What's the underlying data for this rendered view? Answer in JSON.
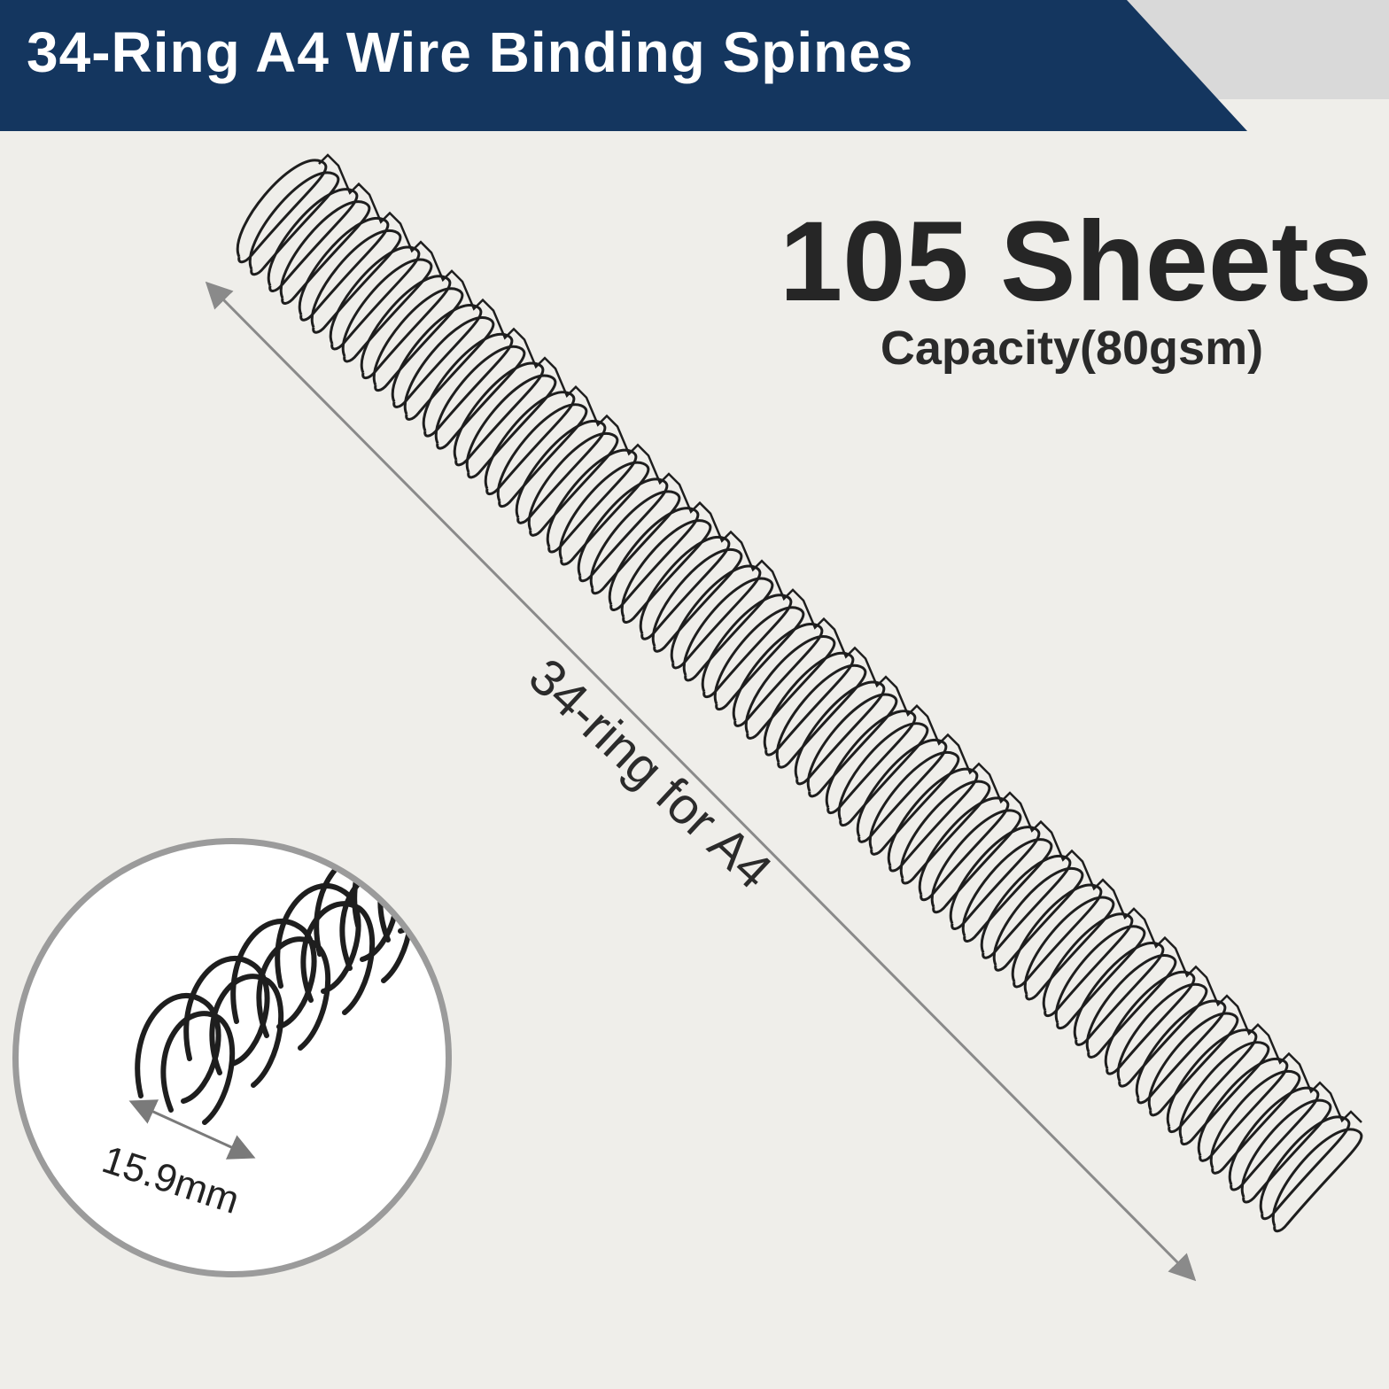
{
  "banner": {
    "title": "34-Ring A4 Wire Binding Spines",
    "color": "#14365f",
    "accent": "#d7d7d7"
  },
  "capacity": {
    "headline": "105 Sheets",
    "subline": "Capacity(80gsm)"
  },
  "spine": {
    "ring_count": 34,
    "length_label": "34-ring for A4",
    "wire_color": "#1e1e1e"
  },
  "detail": {
    "diameter_label": "15.9mm"
  }
}
